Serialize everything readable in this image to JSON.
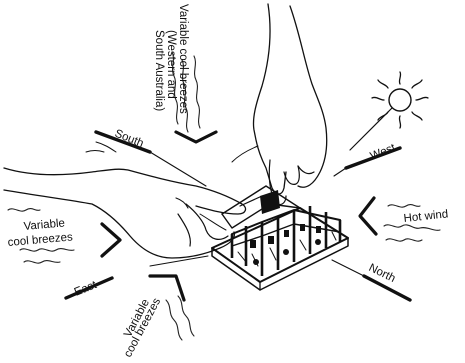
{
  "labels": {
    "breeze_top_line1": "Variable cool breezes",
    "breeze_top_line2": "(Western and",
    "breeze_top_line3": "South Australia)",
    "breeze_left_line1": "Variable",
    "breeze_left_line2": "cool breezes",
    "breeze_bottom_line1": "Variable",
    "breeze_bottom_line2": "cool breezes",
    "hot_wind": "Hot wind",
    "south": "South",
    "west": "West",
    "east": "East",
    "north": "North"
  }
}
